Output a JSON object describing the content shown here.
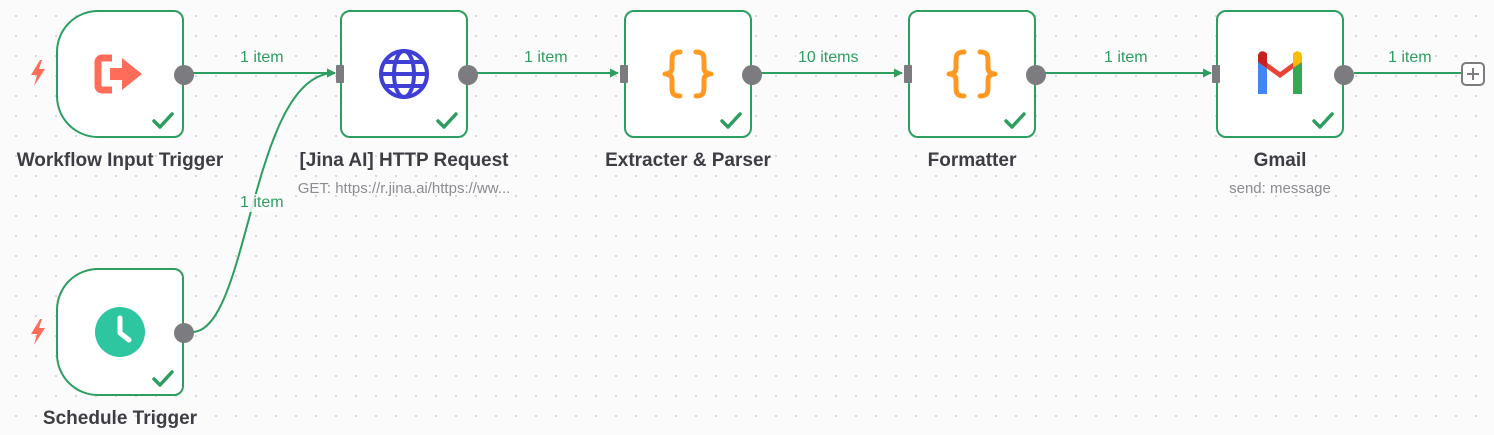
{
  "nodes": [
    {
      "id": "workflow-input-trigger",
      "label": "Workflow Input Trigger",
      "subtitle": "",
      "icon": "sign-out-arrow-icon",
      "trigger": true,
      "status": "success"
    },
    {
      "id": "jina-ai-http-request",
      "label": "[Jina AI] HTTP Request",
      "subtitle": "GET: https://r.jina.ai/https://ww...",
      "icon": "globe-icon",
      "trigger": false,
      "status": "success"
    },
    {
      "id": "extracter-parser",
      "label": "Extracter & Parser",
      "subtitle": "",
      "icon": "code-braces-icon",
      "trigger": false,
      "status": "success"
    },
    {
      "id": "formatter",
      "label": "Formatter",
      "subtitle": "",
      "icon": "code-braces-icon",
      "trigger": false,
      "status": "success"
    },
    {
      "id": "gmail",
      "label": "Gmail",
      "subtitle": "send: message",
      "icon": "gmail-icon",
      "trigger": false,
      "status": "success"
    },
    {
      "id": "schedule-trigger",
      "label": "Schedule Trigger",
      "subtitle": "",
      "icon": "clock-icon",
      "trigger": true,
      "status": "success"
    }
  ],
  "connections": [
    {
      "from": "workflow-input-trigger",
      "to": "jina-ai-http-request",
      "label": "1 item"
    },
    {
      "from": "jina-ai-http-request",
      "to": "extracter-parser",
      "label": "1 item"
    },
    {
      "from": "extracter-parser",
      "to": "formatter",
      "label": "10 items"
    },
    {
      "from": "formatter",
      "to": "gmail",
      "label": "1 item"
    },
    {
      "from": "gmail",
      "to": "add-node",
      "label": "1 item"
    },
    {
      "from": "schedule-trigger",
      "to": "jina-ai-http-request",
      "label": "1 item"
    }
  ],
  "colors": {
    "success": "#2d9e5f",
    "handle": "#7b7b80",
    "trigger_bolt": "#ff6d5a",
    "globe": "#3f3fd6",
    "code_braces": "#ff9922",
    "clock": "#2ec6a0",
    "node_label": "#3d3d44",
    "node_subtitle": "#8b8b93"
  }
}
